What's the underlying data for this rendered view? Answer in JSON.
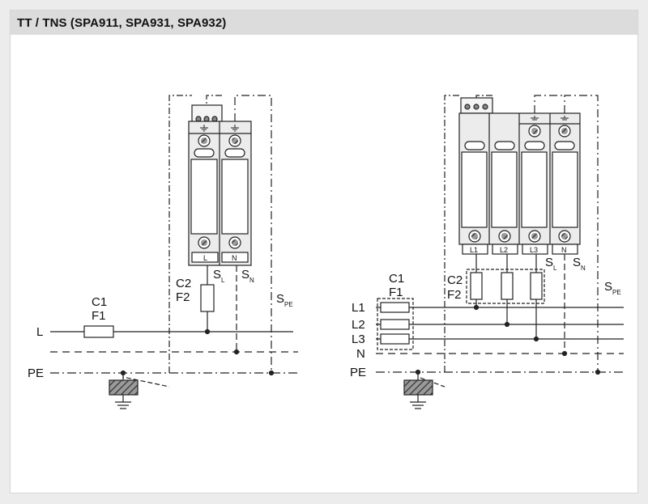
{
  "title": "TT / TNS (SPA911, SPA931, SPA932)",
  "left": {
    "c1": "C1",
    "f1": "F1",
    "c2": "C2",
    "f2": "F2",
    "l": "L",
    "pe": "PE",
    "s": "S",
    "sub_l": "L",
    "sub_n": "N",
    "sub_pe": "PE",
    "mod_l": "L",
    "mod_n": "N"
  },
  "right": {
    "c1": "C1",
    "f1": "F1",
    "c2": "C2",
    "f2": "F2",
    "l1": "L1",
    "l2": "L2",
    "l3": "L3",
    "n": "N",
    "pe": "PE",
    "s": "S",
    "sub_l": "L",
    "sub_n": "N",
    "sub_pe": "PE",
    "mod_l1": "L1",
    "mod_l2": "L2",
    "mod_l3": "L3",
    "mod_n": "N"
  }
}
